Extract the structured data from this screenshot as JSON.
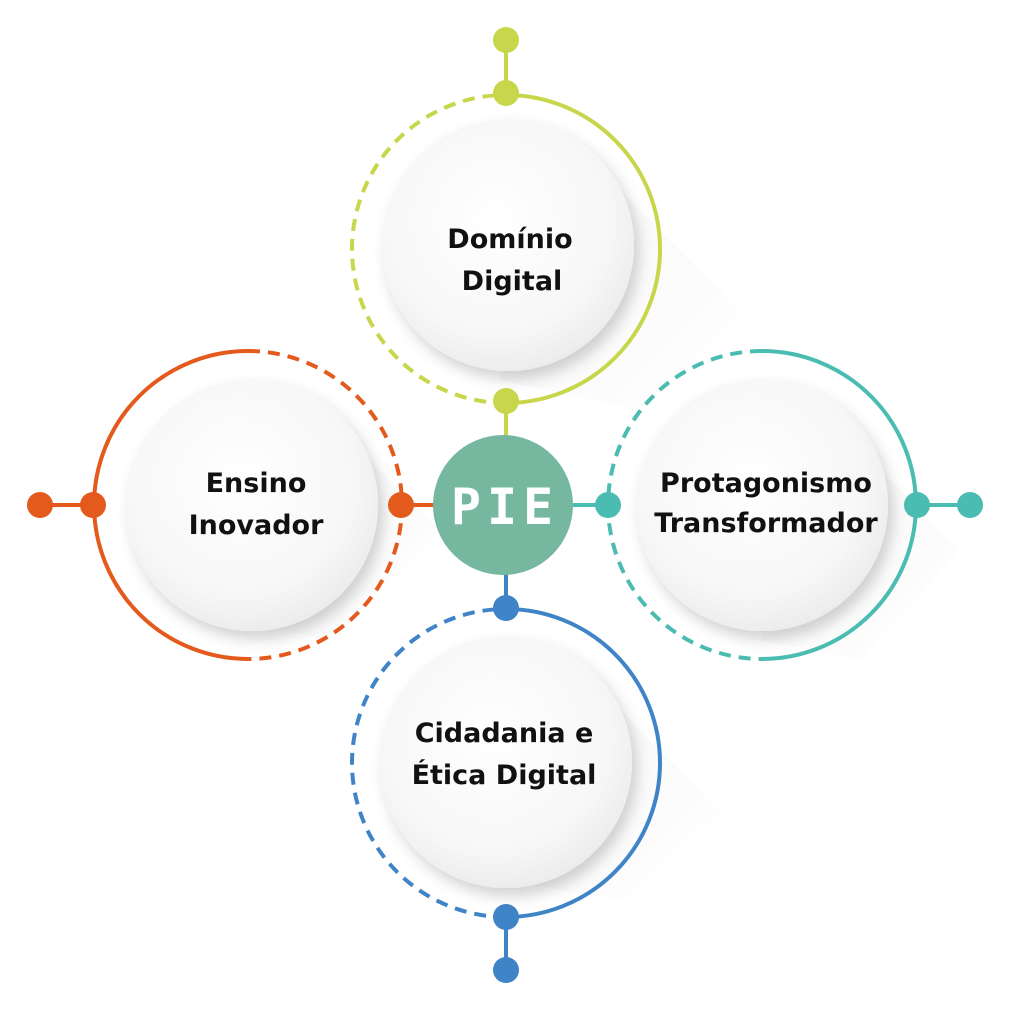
{
  "center": {
    "label": "PIE",
    "color": "#76b7a0"
  },
  "nodes": [
    {
      "key": "top",
      "line1": "Domínio",
      "line2": "Digital",
      "color": "#c8d64b"
    },
    {
      "key": "left",
      "line1": "Ensino",
      "line2": "Inovador",
      "color": "#e35a1c"
    },
    {
      "key": "right",
      "line1": "Protagonismo",
      "line2": "Transformador",
      "color": "#4bbcb1"
    },
    {
      "key": "bottom",
      "line1": "Cidadania e",
      "line2": "Ética Digital",
      "color": "#3f84c6"
    }
  ]
}
